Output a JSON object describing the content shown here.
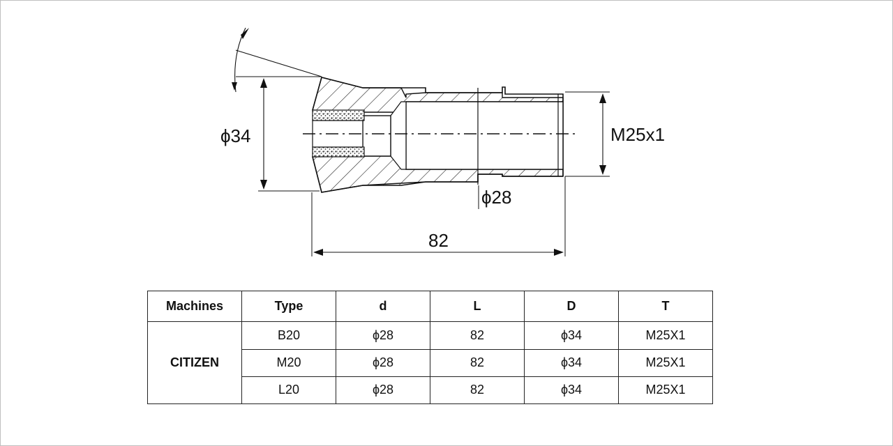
{
  "drawing": {
    "dim_outer_diameter": "ϕ34",
    "dim_thread": "M25x1",
    "dim_bore": "ϕ28",
    "dim_length": "82"
  },
  "table": {
    "headers": [
      "Machines",
      "Type",
      "d",
      "L",
      "D",
      "T"
    ],
    "machine": "CITIZEN",
    "rows": [
      {
        "type": "B20",
        "d": "ϕ28",
        "L": "82",
        "D": "ϕ34",
        "T": "M25X1"
      },
      {
        "type": "M20",
        "d": "ϕ28",
        "L": "82",
        "D": "ϕ34",
        "T": "M25X1"
      },
      {
        "type": "L20",
        "d": "ϕ28",
        "L": "82",
        "D": "ϕ34",
        "T": "M25X1"
      }
    ]
  }
}
